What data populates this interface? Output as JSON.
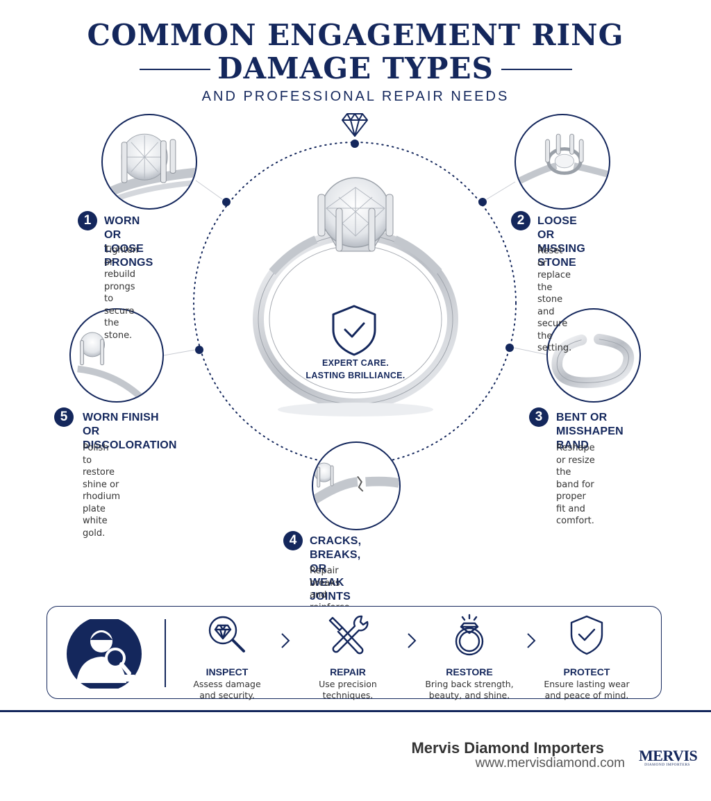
{
  "header": {
    "title_line1": "COMMON ENGAGEMENT RING",
    "title_line2": "DAMAGE TYPES",
    "subtitle": "AND PROFESSIONAL REPAIR NEEDS"
  },
  "center": {
    "line1": "EXPERT CARE.",
    "line2": "LASTING BRILLIANCE."
  },
  "damage_types": [
    {
      "number": "1",
      "title": "WORN OR LOOSE\nPRONGS",
      "description": "Tighten or rebuild\nprongs to secure\nthe stone."
    },
    {
      "number": "2",
      "title": "LOOSE OR\nMISSING STONE",
      "description": "Reset or replace\nthe stone and\nsecure the setting."
    },
    {
      "number": "3",
      "title": "BENT OR\nMISSHAPEN BAND",
      "description": "Reshape or resize\nthe band for proper\nfit and comfort."
    },
    {
      "number": "4",
      "title": "CRACKS, BREAKS,\nOR WEAK JOINTS",
      "description": "Repair breaks and\nreinforce weak\nsolder joints."
    },
    {
      "number": "5",
      "title": "WORN FINISH\nOR DISCOLORATION",
      "description": "Polish to restore\nshine or rhodium\nplate white gold."
    }
  ],
  "process": [
    {
      "label": "INSPECT",
      "description": "Assess damage\nand security.",
      "icon": "magnifier-diamond-icon"
    },
    {
      "label": "REPAIR",
      "description": "Use precision\ntechniques.",
      "icon": "tools-icon"
    },
    {
      "label": "RESTORE",
      "description": "Bring back strength,\nbeauty, and shine.",
      "icon": "ring-icon"
    },
    {
      "label": "PROTECT",
      "description": "Ensure lasting wear\nand peace of mind.",
      "icon": "shield-check-icon"
    }
  ],
  "footer": {
    "company": "Mervis Diamond Importers",
    "website": "www.mervisdiamond.com",
    "logo_text": "MERVIS",
    "logo_subtext": "DIAMOND IMPORTERS"
  },
  "colors": {
    "navy": "#14275c",
    "text": "#333333",
    "metal": "#c9ccd2"
  }
}
